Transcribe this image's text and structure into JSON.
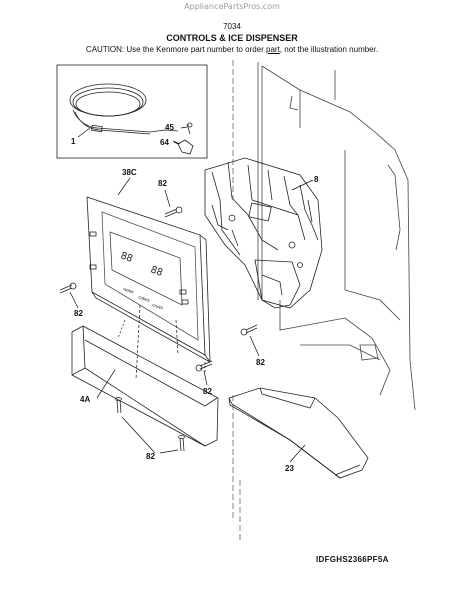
{
  "watermark": "AppliancePartsPros.com",
  "page_number": "7034",
  "title": "CONTROLS & ICE DISPENSER",
  "caution": {
    "before": "CAUTION: Use the Kenmore part number to order ",
    "link": "part",
    "after": ", not the illustration number."
  },
  "callouts": {
    "c1": "1",
    "c45": "45",
    "c64": "64",
    "c38c": "38C",
    "c82_top": "82",
    "c8": "8",
    "c82_left": "82",
    "c82_right": "82",
    "c4a": "4A",
    "c82_mid": "82",
    "c82_bottom": "82",
    "c23": "23"
  },
  "display": {
    "left_digits": "88",
    "right_digits": "88",
    "buttons": [
      "water",
      "cubes",
      "crush"
    ]
  },
  "diagram_code": "IDFGHS2366PF5A"
}
